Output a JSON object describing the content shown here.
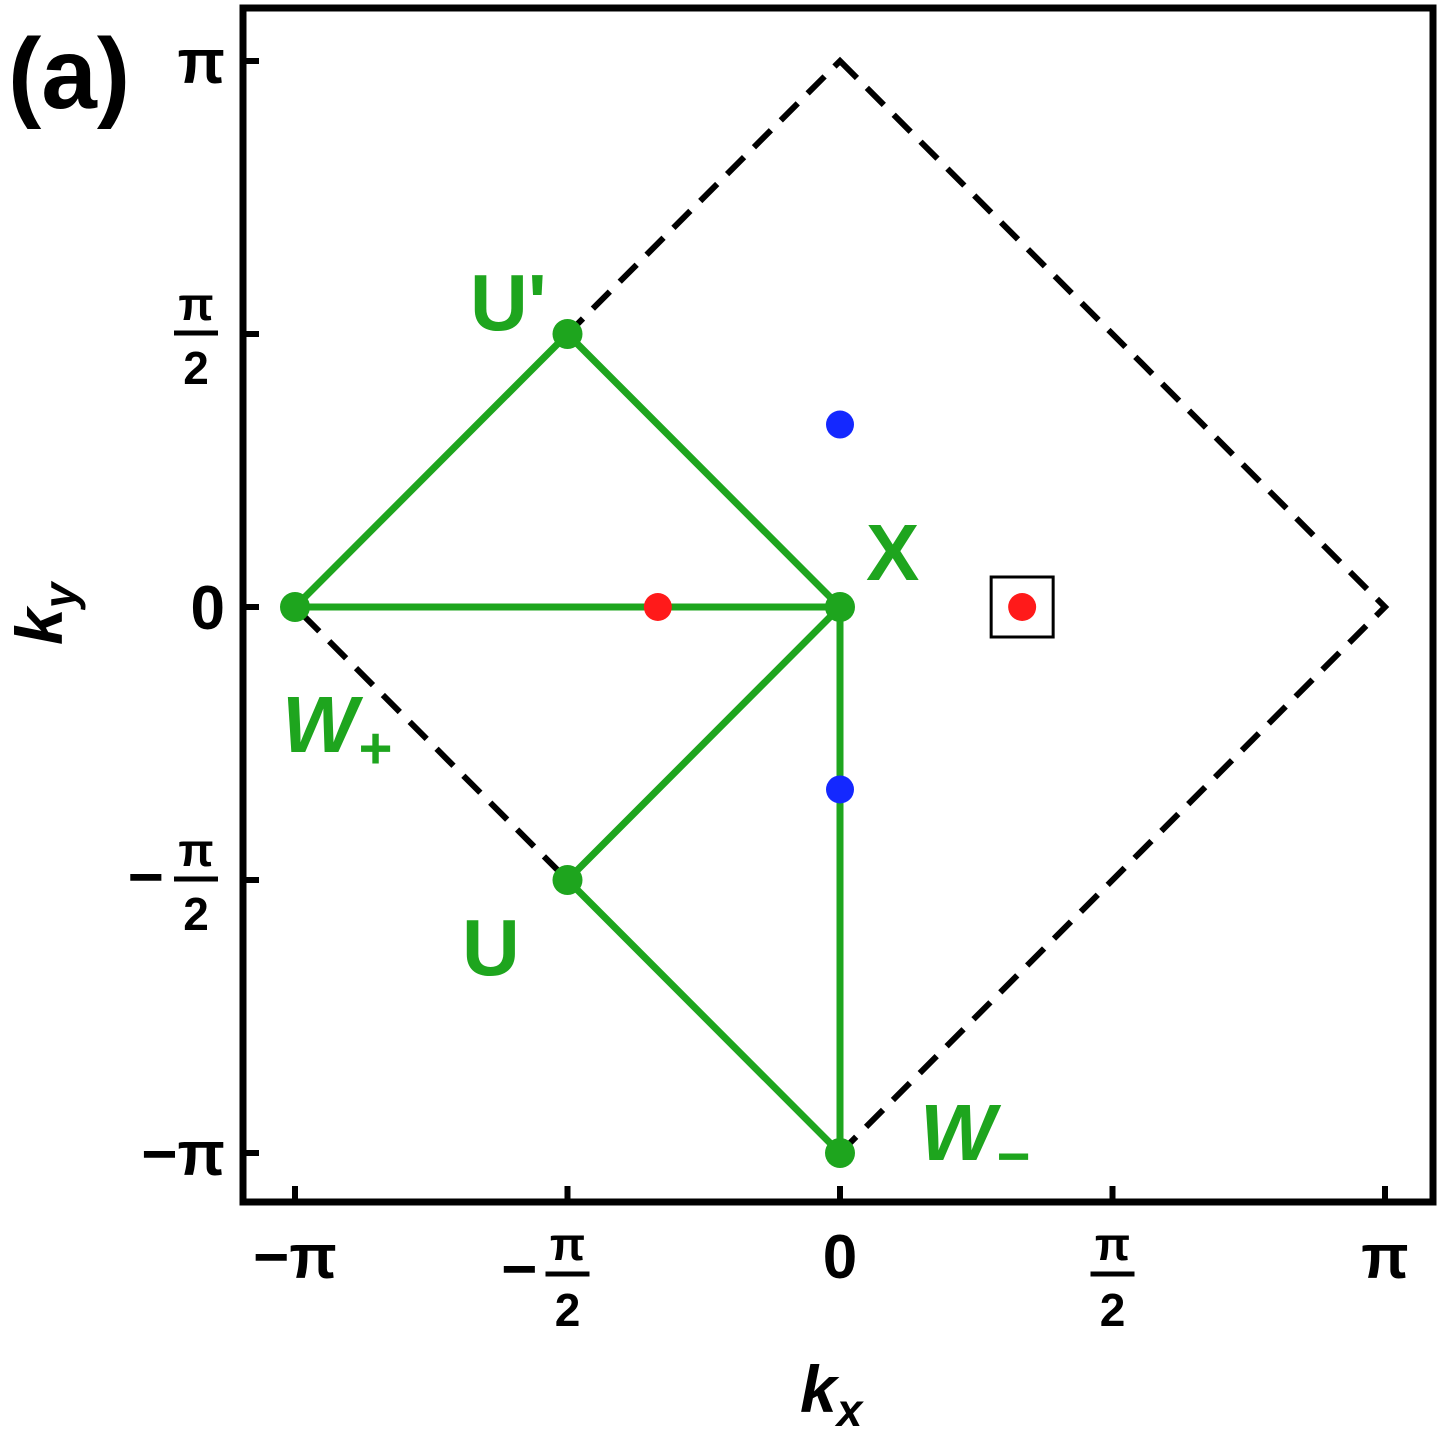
{
  "panel_label": "(a)",
  "axes": {
    "x_label": "k",
    "x_label_sub": "x",
    "y_label": "k",
    "y_label_sub": "y",
    "xlim": [
      -3.3,
      3.3
    ],
    "ylim": [
      -3.3,
      3.3
    ],
    "x_ticks": [
      {
        "value": -3.14159,
        "num": "−π",
        "den": ""
      },
      {
        "value": -1.5708,
        "sign": "−",
        "num": "π",
        "den": "2"
      },
      {
        "value": 0,
        "num": "0",
        "den": ""
      },
      {
        "value": 1.5708,
        "num": "π",
        "den": "2"
      },
      {
        "value": 3.14159,
        "num": "π",
        "den": ""
      }
    ],
    "y_ticks": [
      {
        "value": 3.14159,
        "num": "π",
        "den": ""
      },
      {
        "value": 1.5708,
        "num": "π",
        "den": "2"
      },
      {
        "value": 0,
        "num": "0",
        "den": ""
      },
      {
        "value": -1.5708,
        "sign": "−",
        "num": "π",
        "den": "2"
      },
      {
        "value": -3.14159,
        "num": "−π",
        "den": ""
      }
    ]
  },
  "colors": {
    "path": "#1ea51e",
    "red_point": "#ff1a1a",
    "blue_point": "#1428ff",
    "boundary": "#000000"
  },
  "boundary_diamond": [
    [
      0,
      3.14159
    ],
    [
      3.14159,
      0
    ],
    [
      0,
      -3.14159
    ],
    [
      -3.14159,
      0
    ]
  ],
  "high_symmetry_points": [
    {
      "id": "W+",
      "label": "W",
      "sub": "+",
      "italic": true,
      "x": -3.14159,
      "y": 0
    },
    {
      "id": "U'",
      "label": "U'",
      "sub": "",
      "italic": false,
      "x": -1.5708,
      "y": 1.5708
    },
    {
      "id": "X",
      "label": "X",
      "sub": "",
      "italic": false,
      "x": 0,
      "y": 0
    },
    {
      "id": "U",
      "label": "U",
      "sub": "",
      "italic": false,
      "x": -1.5708,
      "y": -1.5708
    },
    {
      "id": "W-",
      "label": "W",
      "sub": "−",
      "italic": true,
      "x": 0,
      "y": -3.14159
    }
  ],
  "path_segments": [
    [
      "W+",
      "U'"
    ],
    [
      "U'",
      "X"
    ],
    [
      "W+",
      "X"
    ],
    [
      "X",
      "U"
    ],
    [
      "U",
      "W-"
    ],
    [
      "X",
      "W-"
    ]
  ],
  "marker_points": [
    {
      "name": "red-point-left",
      "color": "red",
      "x": -1.05,
      "y": 0,
      "boxed": false
    },
    {
      "name": "red-point-boxed",
      "color": "red",
      "x": 1.05,
      "y": 0,
      "boxed": true
    },
    {
      "name": "blue-point-upper",
      "color": "blue",
      "x": 0,
      "y": 1.05,
      "boxed": false
    },
    {
      "name": "blue-point-lower",
      "color": "blue",
      "x": 0,
      "y": -1.05,
      "boxed": false
    }
  ]
}
